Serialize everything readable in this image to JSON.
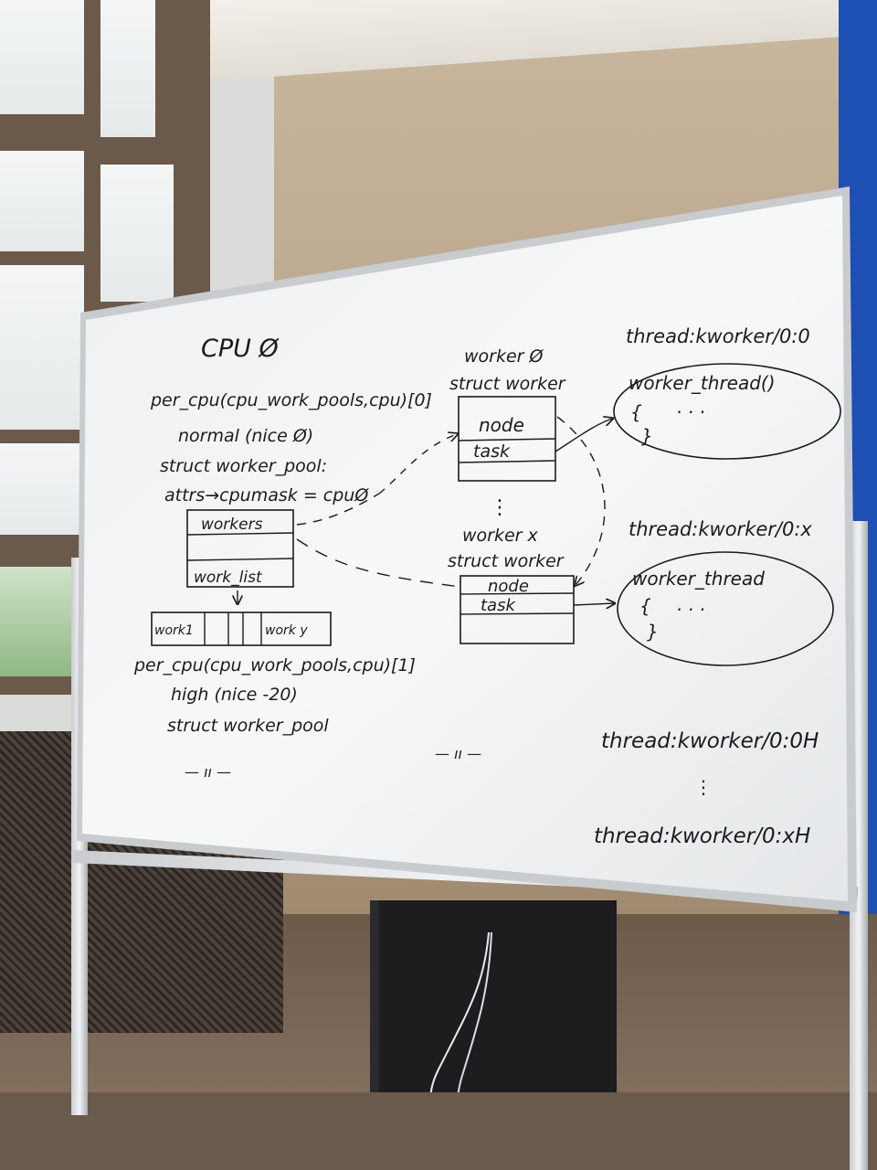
{
  "board": {
    "cpu_title": "CPU Ø",
    "pool0_expr": "per_cpu(cpu_work_pools,cpu)[0]",
    "pool0_prio": "normal (nice Ø)",
    "pool0_struct": "struct worker_pool:",
    "pool0_attrs": "attrs→cpumask = cpuØ",
    "field_workers": "workers",
    "field_worklist": "work_list",
    "work_first": "work1",
    "work_last": "work y",
    "pool1_expr": "per_cpu(cpu_work_pools,cpu)[1]",
    "pool1_prio": "high (nice -20)",
    "pool1_struct": "struct worker_pool",
    "ditto_left": "— ıı —",
    "ditto_mid": "— ıı —",
    "worker0_title": "worker Ø",
    "worker0_struct": "struct worker",
    "worker0_node": "node",
    "worker0_task": "task",
    "worker0_dots": "⋮",
    "workerx_title": "worker x",
    "workerx_struct": "struct worker",
    "workerx_node": "node",
    "workerx_task": "task",
    "thread0_label": "thread:kworker/0:0",
    "thread0_func": "worker_thread()",
    "thread0_open": "{",
    "thread0_body": "· · ·",
    "thread0_close": "}",
    "threadx_label": "thread:kworker/0:x",
    "threadx_func": "worker_thread",
    "threadx_open": "{",
    "threadx_body": "· · ·",
    "threadx_close": "}",
    "thread_h0_label": "thread:kworker/0:0H",
    "thread_h_dots": "⋮",
    "thread_hx_label": "thread:kworker/0:xH"
  }
}
